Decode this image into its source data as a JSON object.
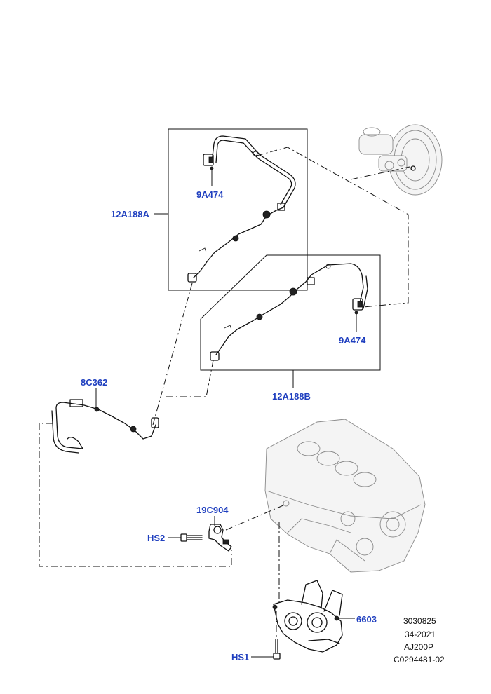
{
  "callouts": {
    "hose_a": "12A188A",
    "hose_b": "12A188B",
    "sensor_a": "9A474",
    "sensor_b": "9A474",
    "hose_c": "8C362",
    "valve": "19C904",
    "bolt_hs2": "HS2",
    "pump": "6603",
    "bolt_hs1": "HS1"
  },
  "reference_block": {
    "line1": "3030825",
    "line2": "34-2021",
    "line3": "AJ200P",
    "line4": "C0294481-02"
  }
}
